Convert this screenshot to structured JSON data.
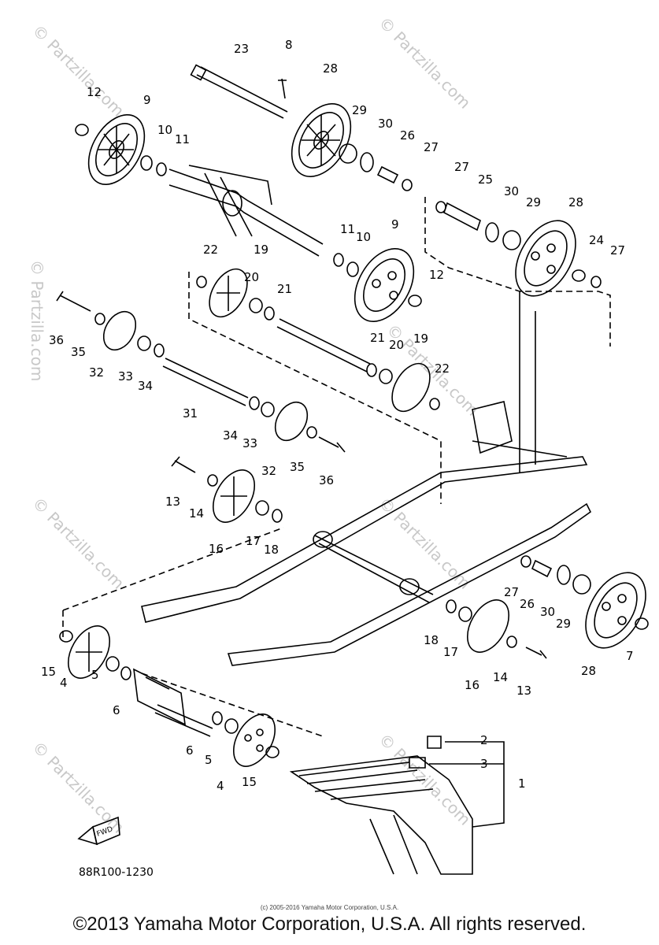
{
  "diagram": {
    "part_numbers": [
      "1",
      "2",
      "3",
      "4",
      "5",
      "6",
      "7",
      "8",
      "9",
      "10",
      "11",
      "12",
      "13",
      "14",
      "15",
      "16",
      "17",
      "18",
      "19",
      "20",
      "21",
      "22",
      "23",
      "24",
      "25",
      "26",
      "27",
      "28",
      "29",
      "30",
      "31",
      "32",
      "33",
      "34",
      "35",
      "36"
    ],
    "drawing_code": "88R100-1230",
    "fwd_badge": "FWD",
    "watermark": "© Partzilla.com"
  },
  "footer": {
    "small_notice": "(c) 2005-2016 Yamaha Motor Corporation, U.S.A.",
    "copyright": "©2013 Yamaha Motor Corporation, U.S.A. All rights reserved."
  }
}
